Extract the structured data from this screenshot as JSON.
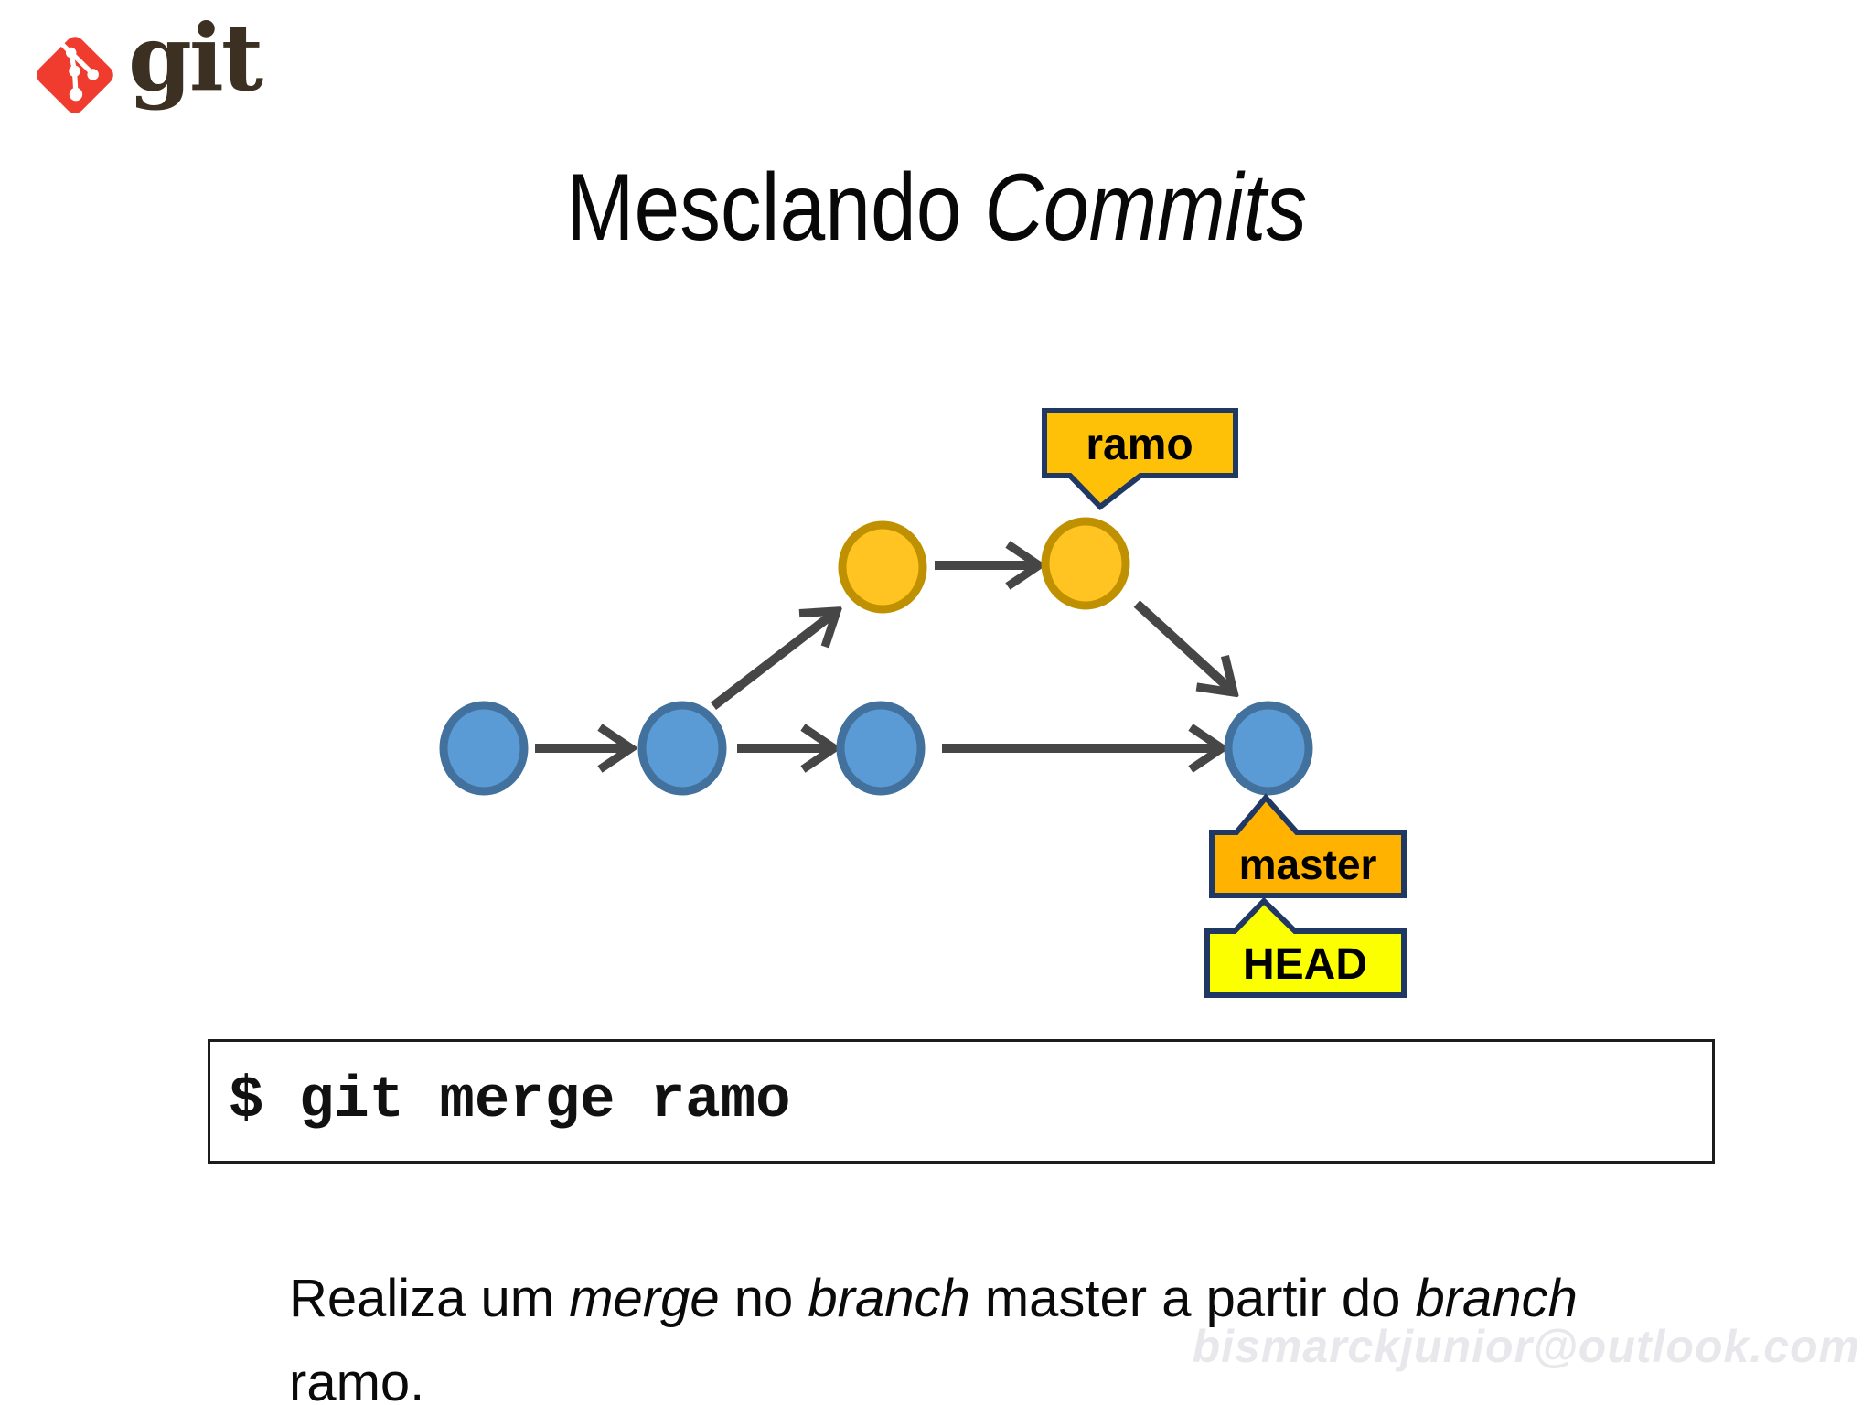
{
  "slide": {
    "background_color": "#ffffff",
    "logo": {
      "wordmark": "git",
      "icon": "git-logo-icon",
      "brand_red": "#f03c2e",
      "wordmark_color": "#3b3021"
    },
    "title": {
      "regular": "Mesclando ",
      "italic": "Commits"
    },
    "diagram": {
      "master_commit_count": 4,
      "branch_commit_count": 2,
      "labels": {
        "branch": "ramo",
        "master": "master",
        "head": "HEAD"
      },
      "colors": {
        "master_node_fill": "#5b9bd5",
        "master_node_border": "#41719c",
        "branch_node_fill": "#ffc422",
        "branch_node_border": "#bf9000",
        "arrow": "#464646",
        "badge_border": "#1f3864",
        "branch_badge_fill": "#ffc107",
        "master_badge_fill": "#ffb300",
        "head_badge_fill": "#fcff00"
      }
    },
    "command": "$ git merge ramo",
    "description": {
      "segments": [
        {
          "text": "Realiza um ",
          "italic": false
        },
        {
          "text": "merge",
          "italic": true
        },
        {
          "text": " no ",
          "italic": false
        },
        {
          "text": "branch",
          "italic": true
        },
        {
          "text": " master a partir do ",
          "italic": false
        },
        {
          "text": "branch",
          "italic": true
        },
        {
          "text": " ramo.",
          "italic": false
        }
      ]
    },
    "watermark": "bismarckjunior@outlook.com"
  }
}
